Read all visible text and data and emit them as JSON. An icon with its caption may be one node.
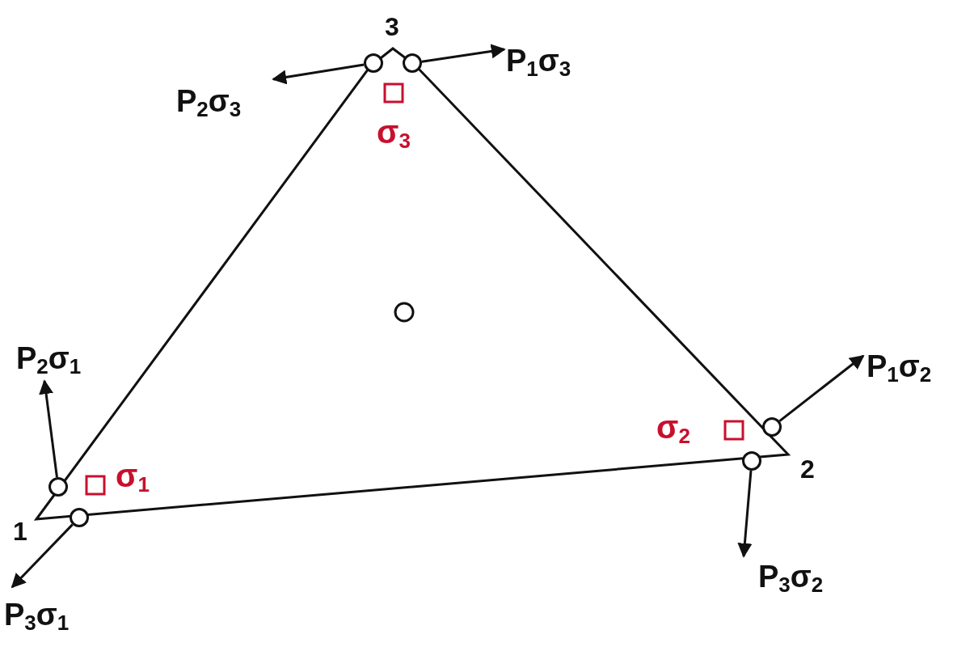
{
  "diagram": {
    "nodes": [
      {
        "text": [
          "P$_{1}$σ$_{3}$"
        ]
      },
      {
        "text": [
          "P$_{2}$σ$_{3}$"
        ]
      },
      {
        "text": [],
        "shape": "circle"
      },
      {
        "text": [],
        "shape": "circle"
      },
      {
        "text": [
          "P$_{2}$σ$_{1}$"
        ]
      },
      {
        "text": [
          "P$_{1}$σ$_{2}$"
        ]
      },
      {
        "text": [],
        "shape": "circle"
      },
      {
        "text": [],
        "shape": "circle"
      },
      {
        "text": [],
        "shape": "circle"
      },
      {
        "text": [],
        "shape": "circle"
      },
      {
        "text": [
          "P$_{3}$σ$_{2}$"
        ]
      },
      {
        "text": [
          "P$_{3}$σ$_{1}$"
        ]
      }
    ],
    "edges": [
      {
        "from": 2,
        "to": 1,
        "arrow": "to"
      },
      {
        "from": 3,
        "to": 0,
        "arrow": "to"
      },
      {
        "from": 8,
        "to": 4,
        "arrow": "to"
      },
      {
        "from": 6,
        "to": 5,
        "arrow": "to"
      },
      {
        "from": 7,
        "to": 10,
        "arrow": "to"
      },
      {
        "from": 9,
        "to": 11,
        "arrow": "to"
      }
    ],
    "labels": [
      "3",
      "σ$_{3}$",
      "σ$_{2}$",
      "2",
      "σ$_{1}$",
      "1"
    ]
  }
}
